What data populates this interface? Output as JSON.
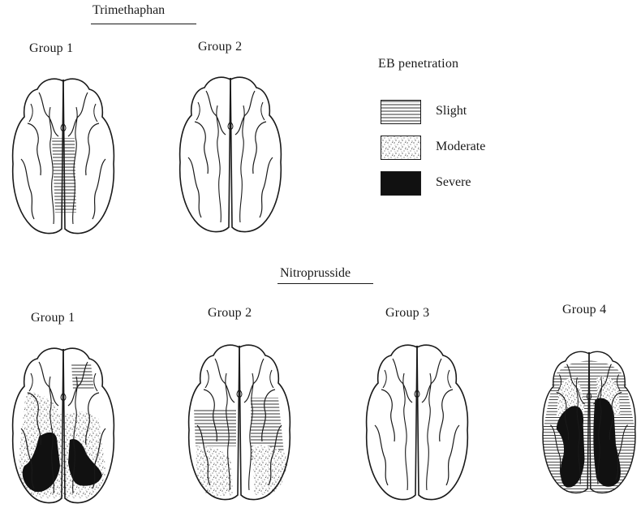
{
  "sections": {
    "trimethaphan": {
      "title": "Trimethaphan",
      "groups": [
        {
          "label": "Group 1",
          "pattern": "slight-midline"
        },
        {
          "label": "Group 2",
          "pattern": "none"
        }
      ]
    },
    "nitroprusside": {
      "title": "Nitroprusside",
      "groups": [
        {
          "label": "Group 1",
          "pattern": "moderate-severe"
        },
        {
          "label": "Group 2",
          "pattern": "slight-moderate"
        },
        {
          "label": "Group 3",
          "pattern": "none"
        },
        {
          "label": "Group 4",
          "pattern": "slight-moderate-severe"
        }
      ]
    }
  },
  "legend": {
    "title": "EB penetration",
    "items": [
      {
        "label": "Slight",
        "pattern": "horizontal-lines"
      },
      {
        "label": "Moderate",
        "pattern": "stipple"
      },
      {
        "label": "Severe",
        "pattern": "solid-black"
      }
    ]
  },
  "colors": {
    "ink": "#1a1a1a",
    "paper": "#ffffff",
    "severe": "#111111"
  }
}
